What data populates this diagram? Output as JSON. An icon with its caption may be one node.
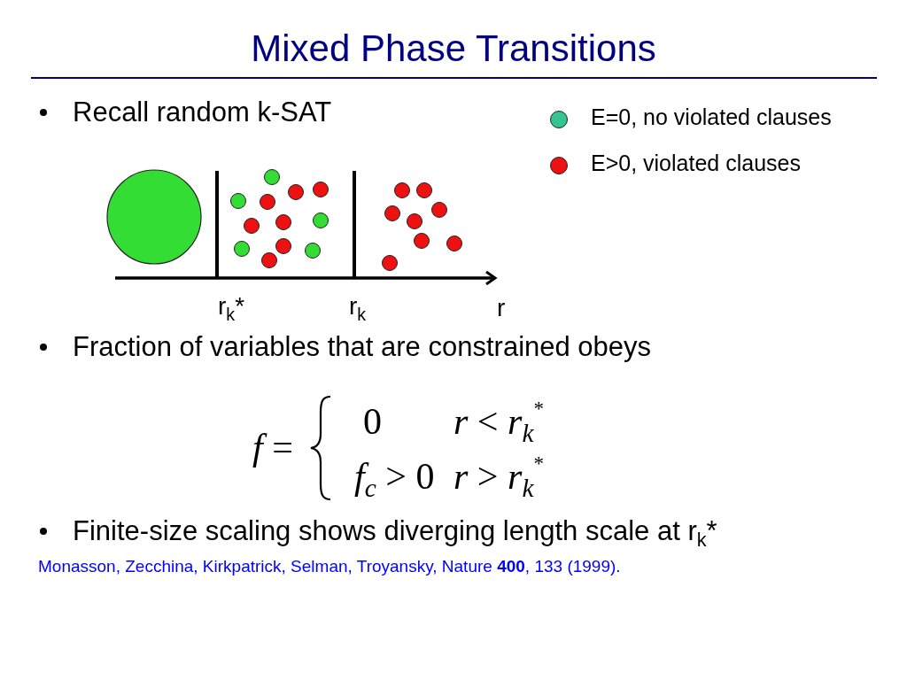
{
  "diagram": {
    "title": "Mixed Phase Transitions",
    "labels": [
      "Recall random k-SAT",
      "r$_{k}$*",
      "r$_{k}$",
      "r",
      "Fraction of variables that are constrained obeys",
      "*f* =",
      "0",
      "*r* < *r*$_{k}$$^{*}$",
      "*f*$_{c}$ > 0",
      "*r* > *r*$_{k}$$^{*}$",
      "Finite-size scaling shows diverging length scale at r$_{k}$*",
      "Monasson, Zecchina, Kirkpatrick, Selman, Troyansky, Nature **400**, 133 (1999)."
    ],
    "legend": [
      {
        "text": "E=0, no violated clauses",
        "color": "#33c592"
      },
      {
        "text": "E>0, violated clauses",
        "color": "#ee1111"
      }
    ]
  }
}
